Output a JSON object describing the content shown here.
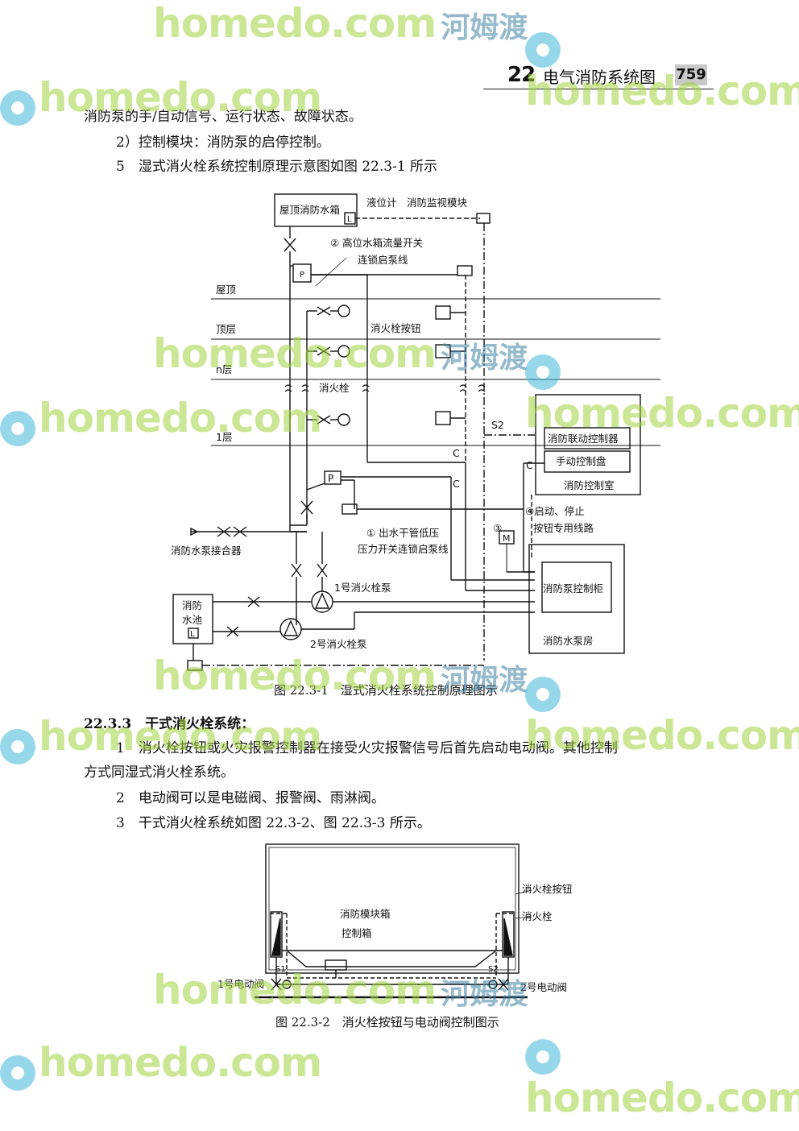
{
  "header": {
    "chapter": "22",
    "title": "电气消防系统图",
    "page": "759"
  },
  "body": {
    "line1": "消防泵的手/自动信号、运行状态、故障状态。",
    "line2": "2）控制模块：消防泵的启停控制。",
    "line3": "5　湿式消火栓系统控制原理示意图如图 22.3-1 所示",
    "sec_title": "22.3.3　干式消火栓系统：",
    "para1a": "1　消火栓按钮或火灾报警控制器在接受火灾报警信号后首先启动电动阀。其他控制",
    "para1b": "方式同湿式消火栓系统。",
    "para2": "2　电动阀可以是电磁阀、报警阀、雨淋阀。",
    "para3": "3　干式消火栓系统如图 22.3-2、图 22.3-3 所示。"
  },
  "fig1": {
    "caption": "图 22.3-1　湿式消火栓系统控制原理图示",
    "labels": {
      "roof_tank": "屋顶消防水箱",
      "level_meter": "液位计",
      "monitor_module": "消防监视模块",
      "flow_switch": "② 高位水箱流量开关",
      "interlock_line": "连锁启泵线",
      "roof": "屋顶",
      "top_floor": "顶层",
      "n_floor": "n层",
      "hydrant_button": "消火栓按钮",
      "hydrant": "消火栓",
      "floor1": "1层",
      "s2": "S2",
      "c1": "C",
      "c2": "C",
      "c3": "C",
      "linkage_ctrl": "消防联动控制器",
      "manual_panel": "手动控制盘",
      "ctrl_room": "消防控制室",
      "start_stop1": "④启动、停止",
      "start_stop2": "按钮专用线路",
      "m_mark": "③",
      "m": "M",
      "p": "P",
      "p2": "P",
      "outlet_low1": "① 出水干管低压",
      "outlet_low2": "压力开关连锁启泵线",
      "adapter": "消防水泵接合器",
      "pump1": "1号消火栓泵",
      "pump2": "2号消火栓泵",
      "pool1": "消防",
      "pool2": "水池",
      "l": "L",
      "l2": "L",
      "pump_cabinet": "消防泵控制柜",
      "pump_room": "消防水泵房"
    }
  },
  "fig2": {
    "caption": "图 22.3-2　消火栓按钮与电动阀控制图示",
    "labels": {
      "button": "消火栓按钮",
      "hydrant": "消火栓",
      "module_box": "消防模块箱",
      "ctrl_box": "控制箱",
      "valve1": "1号电动阀",
      "valve2": "2号电动阀",
      "s1": "S1",
      "s2": "S2"
    }
  },
  "watermark": {
    "en": "homedo.com",
    "cn": "河姆渡"
  }
}
